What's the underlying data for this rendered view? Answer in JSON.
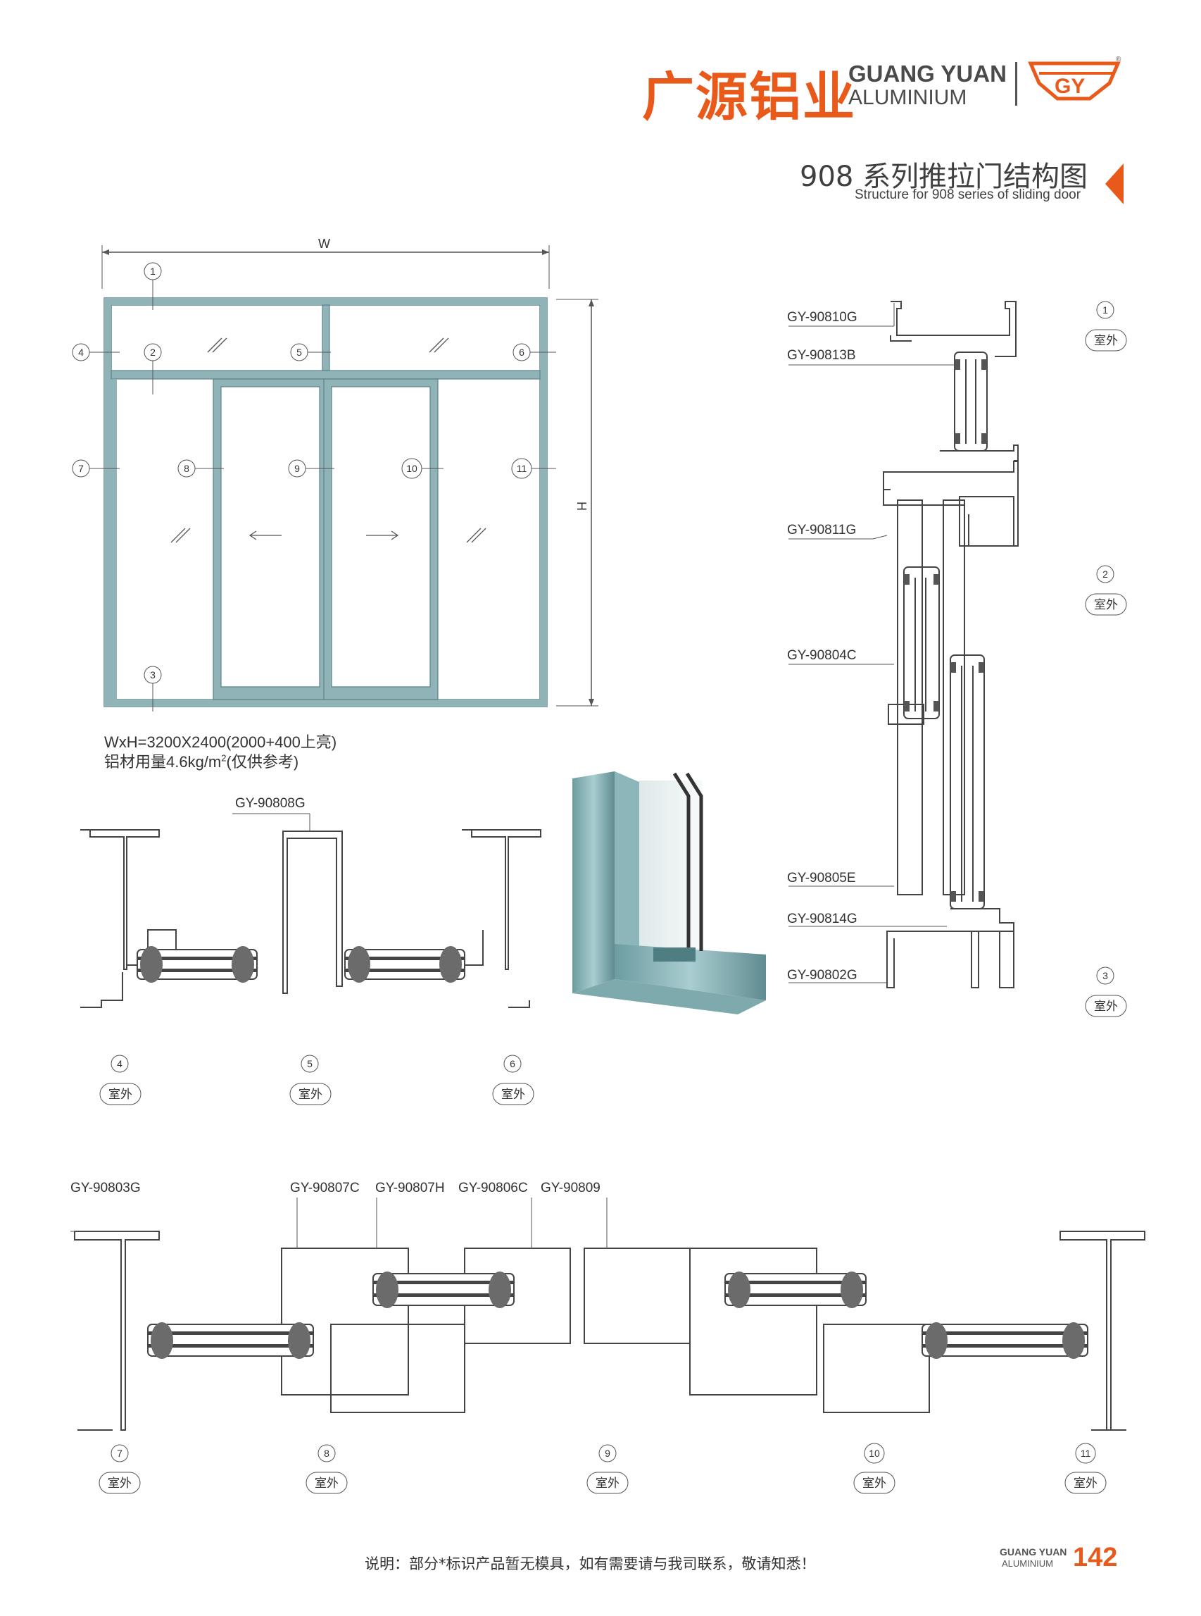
{
  "header": {
    "brand_cn": "广源铝业",
    "brand_en_1": "GUANG YUAN",
    "brand_en_2": "ALUMINIUM",
    "logo_text": "GY",
    "registered_mark": "®"
  },
  "title": {
    "cn": "908 系列推拉门结构图",
    "en": "Structure for 908 series of sliding door",
    "accent_color": "#e8591a"
  },
  "elevation": {
    "width_label": "W",
    "height_label": "H",
    "markers": [
      "1",
      "2",
      "3",
      "4",
      "5",
      "6",
      "7",
      "8",
      "9",
      "10",
      "11"
    ],
    "frame_color": "#6f9aa0",
    "spec_size": "WxH=3200X2400(2000+400上亮)",
    "spec_usage_prefix": "铝材用量4.6kg/m",
    "spec_usage_sup": "2",
    "spec_usage_suffix": "(仅供参考)"
  },
  "indoor_label": "室外",
  "vertical_section": {
    "parts": [
      "GY-90810G",
      "GY-90813B",
      "GY-90811G",
      "GY-90804C",
      "GY-90805E",
      "GY-90814G",
      "GY-90802G"
    ],
    "markers": [
      "1",
      "2",
      "3"
    ]
  },
  "top_section": {
    "part": "GY-90808G",
    "markers": [
      "4",
      "5",
      "6"
    ]
  },
  "bottom_section": {
    "parts": [
      "GY-90803G",
      "GY-90807C",
      "GY-90807H",
      "GY-90806C",
      "GY-90809"
    ],
    "markers": [
      "7",
      "8",
      "9",
      "10",
      "11"
    ]
  },
  "footer": {
    "note": "说明：部分*标识产品暂无模具，如有需要请与我司联系，敬请知悉！",
    "brand_1": "GUANG YUAN",
    "brand_2": "ALUMINIUM",
    "page": "142"
  }
}
